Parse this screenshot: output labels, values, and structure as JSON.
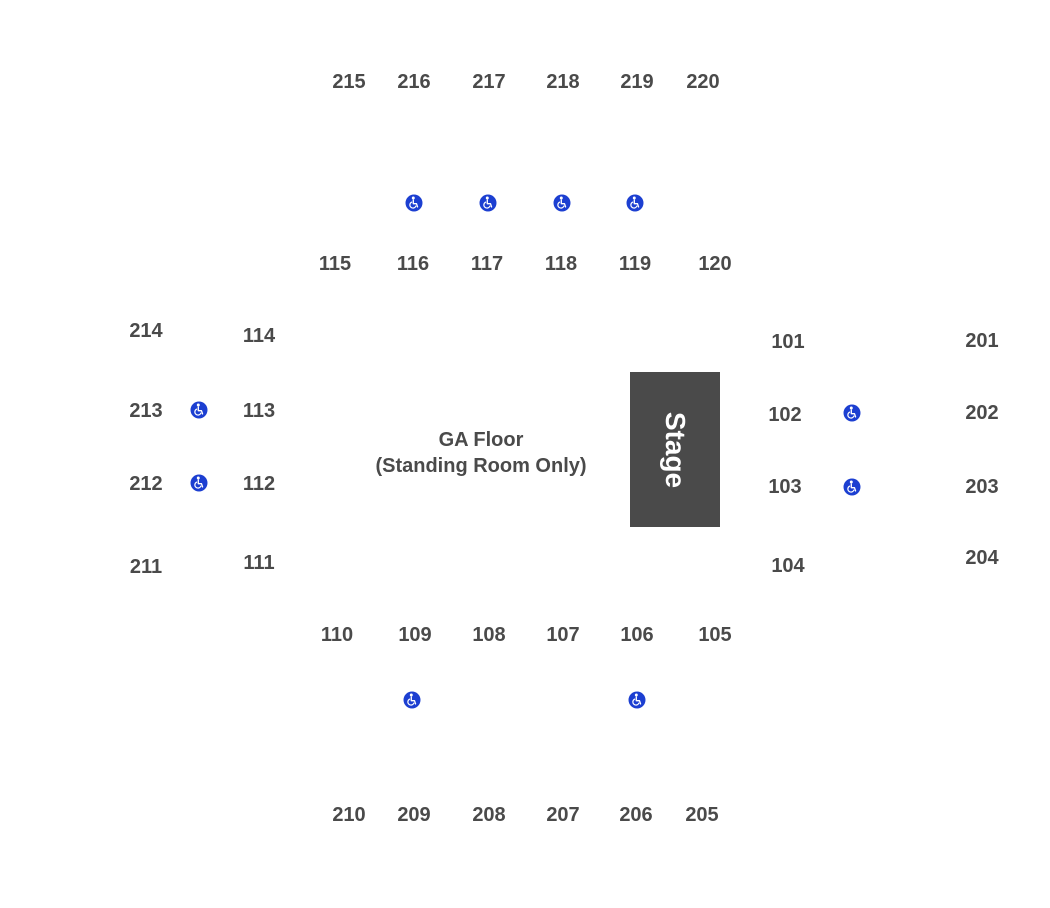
{
  "stage": {
    "label": "Stage",
    "color": "#4a4a4a"
  },
  "ga_floor": {
    "line1": "GA Floor",
    "line2": "(Standing Room Only)"
  },
  "colors": {
    "section_text": "#4a4a4a",
    "accessible_icon": "#1c3fd1"
  },
  "icon": "wheelchair-accessible-icon",
  "sections": {
    "upper_top": [
      "215",
      "216",
      "217",
      "218",
      "219",
      "220"
    ],
    "lower_top": [
      "115",
      "116",
      "117",
      "118",
      "119",
      "120"
    ],
    "upper_left": [
      "214",
      "213",
      "212",
      "211"
    ],
    "lower_left": [
      "114",
      "113",
      "112",
      "111"
    ],
    "lower_right": [
      "101",
      "102",
      "103",
      "104"
    ],
    "upper_right": [
      "201",
      "202",
      "203",
      "204"
    ],
    "lower_bottom": [
      "110",
      "109",
      "108",
      "107",
      "106",
      "105"
    ],
    "upper_bottom": [
      "210",
      "209",
      "208",
      "207",
      "206",
      "205"
    ]
  }
}
